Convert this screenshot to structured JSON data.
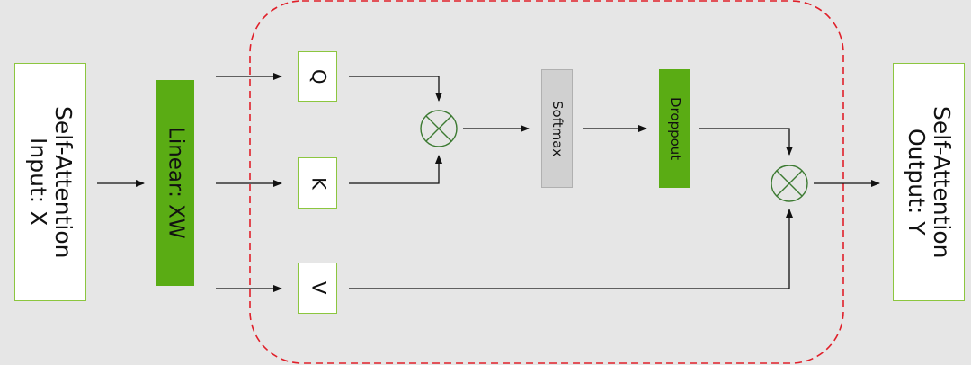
{
  "input": {
    "label": "Self-Attention\nInput: X"
  },
  "linear": {
    "label": "Linear: XW"
  },
  "q": {
    "label": "Q"
  },
  "k": {
    "label": "K"
  },
  "v": {
    "label": "V"
  },
  "softmax": {
    "label": "Softmax"
  },
  "dropout": {
    "label": "Droppout"
  },
  "output": {
    "label": "Self-Attention\nOutput: Y"
  },
  "colors": {
    "background": "#e6e6e6",
    "green_fill": "#5aac14",
    "green_border": "#8cc63f",
    "dashed_border": "#e0202a",
    "gray_fill": "#d0d0d0",
    "multiply_symbol": "#3c7a32"
  },
  "icons": [
    "multiply-circle-icon",
    "arrow-icon"
  ]
}
